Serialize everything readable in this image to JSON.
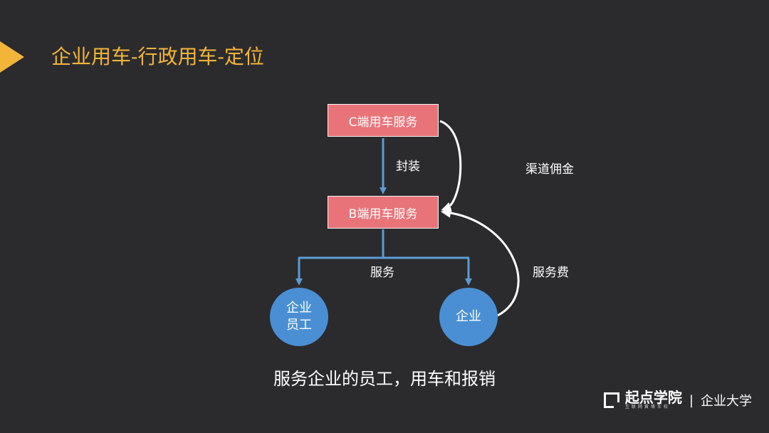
{
  "title": "企业用车-行政用车-定位",
  "nodes": {
    "c_service": "C端用车服务",
    "b_service": "B端用车服务",
    "employee": [
      "企业",
      "员工"
    ],
    "enterprise": "企业"
  },
  "edges": {
    "wrap": "封装",
    "serve": "服务",
    "channel_commission": "渠道佣金",
    "service_fee": "服务费"
  },
  "caption": "服务企业的员工，用车和报销",
  "brand": {
    "name": "起点学院",
    "sub": "互联网黄埔军校",
    "separator": "|",
    "org": "企业大学"
  },
  "colors": {
    "background": "#2b2b2d",
    "accent": "#f3b43a",
    "box": "#e8747a",
    "circle": "#4a8fd4",
    "line": "#5b9bd5",
    "curve": "#ffffff"
  }
}
